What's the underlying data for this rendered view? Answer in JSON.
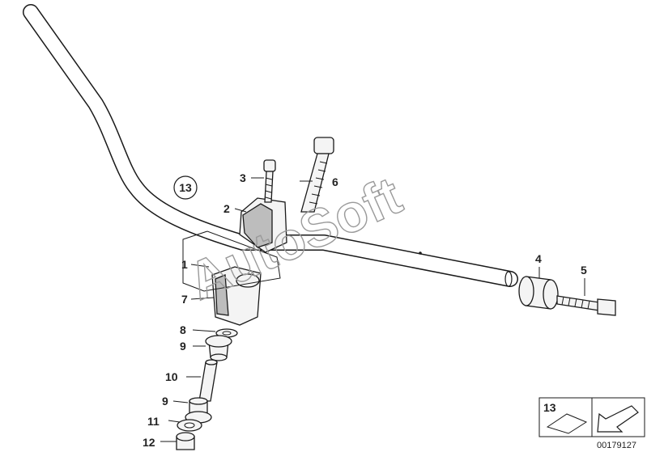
{
  "callouts": {
    "c1": "1",
    "c2": "2",
    "c3": "3",
    "c4": "4",
    "c5": "5",
    "c6": "6",
    "c7": "7",
    "c8": "8",
    "c9a": "9",
    "c9b": "9",
    "c10": "10",
    "c11": "11",
    "c12": "12",
    "c13": "13"
  },
  "watermark": "AutoSoft",
  "legend_box": {
    "label": "13"
  },
  "document_number": "00179127"
}
